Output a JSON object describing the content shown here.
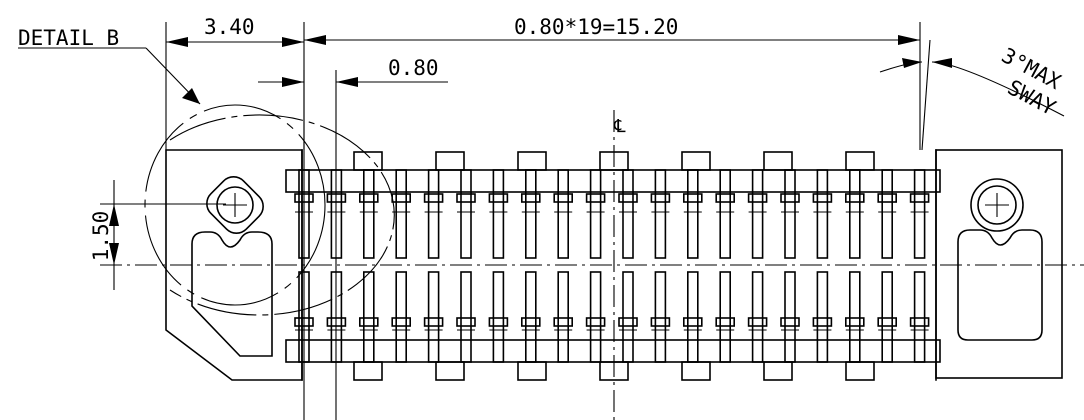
{
  "labels": {
    "detail": "DETAIL B",
    "dim_left": "3.40",
    "dim_pitch_total": "0.80*19=15.20",
    "dim_pitch": "0.80",
    "dim_height": "1.50",
    "sway_line1": "3°MAX",
    "sway_line2": "SWAY",
    "centerline": "℄"
  },
  "connector": {
    "pin_count_per_row": 20,
    "rows": 2
  },
  "colors": {
    "line": "#000000",
    "background": "#ffffff"
  }
}
